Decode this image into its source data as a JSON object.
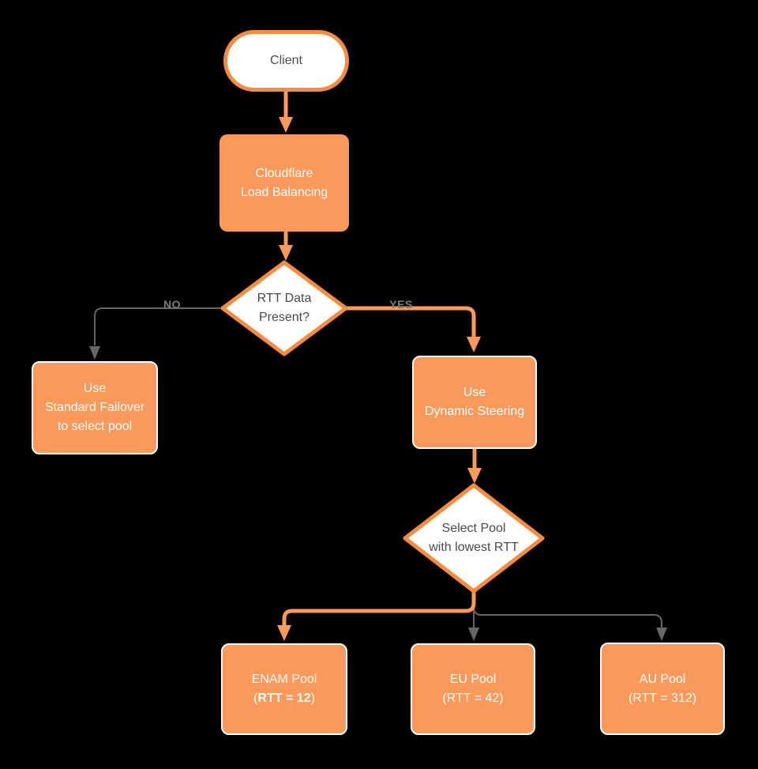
{
  "diagram": {
    "title": "Cloudflare Load Balancing dynamic steering flowchart",
    "colors": {
      "background": "#000000",
      "node_fill_orange": "#F9995C",
      "shape_stroke_orange": "#F68C3F",
      "gray_line": "#666666",
      "edge_label_gray": "#7B7B7B",
      "dark_text": "#4A4A4A",
      "white": "#FFFFFF"
    },
    "nodes": {
      "client": {
        "label": "Client"
      },
      "load_balancing": {
        "line1": "Cloudflare",
        "line2": "Load Balancing"
      },
      "rtt_decision": {
        "line1": "RTT Data",
        "line2": "Present?"
      },
      "standard_failover": {
        "line1": "Use",
        "line2": "Standard Failover",
        "line3": "to select pool"
      },
      "dynamic_steering": {
        "line1": "Use",
        "line2": "Dynamic Steering"
      },
      "select_pool": {
        "line1": "Select Pool",
        "line2": "with lowest RTT"
      },
      "enam_pool": {
        "line1": "ENAM Pool",
        "open_paren": "(",
        "rtt_bold": "RTT = 12",
        "close_paren": ")"
      },
      "eu_pool": {
        "line1": "EU Pool",
        "line2": "(RTT = 42)"
      },
      "au_pool": {
        "line1": "AU Pool",
        "line2": "(RTT = 312)"
      }
    },
    "edges": {
      "no_label": "NO",
      "yes_label": "YES"
    }
  }
}
